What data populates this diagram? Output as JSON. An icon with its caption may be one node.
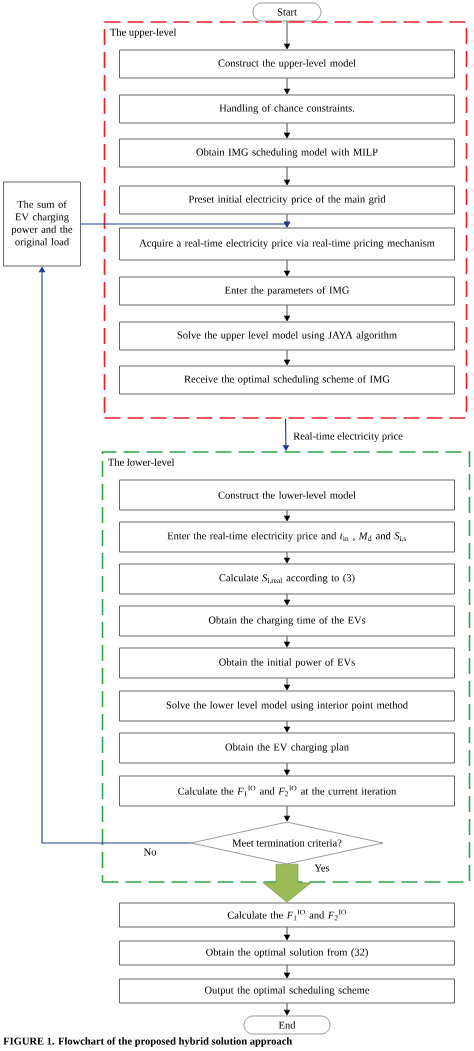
{
  "diagram": {
    "caption": "FIGURE 1. Flowchart of the proposed hybrid solution approach",
    "nodes": [
      {
        "text": [
          "Start"
        ]
      },
      {
        "text": [
          "The upper-level"
        ]
      },
      {
        "text": [
          "Construct the upper-level model"
        ],
        "in": 1
      },
      {
        "text": [
          "Handling of chance constraints."
        ],
        "in": 1
      },
      {
        "text": [
          "Obtain IMG scheduling model with MILP"
        ],
        "in": 1
      },
      {
        "text": [
          "Preset initial electricity price of the main grid"
        ],
        "in": 1
      },
      {
        "text": [
          "Acquire a real-time electricity price via real-time pricing mechanism"
        ],
        "in": 1
      },
      {
        "text": [
          "Enter the parameters of IMG"
        ],
        "in": 1
      },
      {
        "text": [
          "Solve the upper level model using JAYA algorithm"
        ],
        "in": 1
      },
      {
        "text": [
          "Receive the optimal scheduling scheme of IMG"
        ],
        "in": 1
      },
      {
        "text": [
          "The sum of EV charging power and the original load"
        ]
      },
      {
        "text": [
          "The lower-level"
        ]
      },
      {
        "text": [
          "Construct the lower-level model"
        ],
        "in": 11
      },
      {
        "text": [
          "Enter the real-time electricity price and *t*$_{in}$ , *M*$_{d}$ and *S*$_{i,s}$"
        ],
        "in": 11
      },
      {
        "text": [
          "Calculate *S*$_{i,real}$ according to (3)"
        ],
        "in": 11
      },
      {
        "text": [
          "Obtain the charging time of the EVs"
        ],
        "in": 11
      },
      {
        "text": [
          "Obtain the initial power of EVs"
        ],
        "in": 11
      },
      {
        "text": [
          "Solve the lower level model using interior point method"
        ],
        "in": 11
      },
      {
        "text": [
          "Obtain the EV charging plan"
        ],
        "in": 11
      },
      {
        "text": [
          "Calculate the *F*$_{1}$$^{IO}$ and *F*$_{2}$$^{IO}$ at the current iteration"
        ],
        "in": 11
      },
      {
        "text": [
          "Meet termination criteria?"
        ],
        "in": 11
      },
      {
        "text": [
          "Calculate the *F*$_{1}$$^{IO}$ and *F*$_{2}$$^{IO}$"
        ]
      },
      {
        "text": [
          "Obtain the optimal solution from (32)"
        ]
      },
      {
        "text": [
          "Output the optimal scheduling scheme"
        ]
      },
      {
        "text": [
          "End"
        ]
      }
    ],
    "edges": [
      {
        "from": 0,
        "to": 2,
        "arrow": "to"
      },
      {
        "from": 2,
        "to": 3,
        "arrow": "to"
      },
      {
        "from": 3,
        "to": 4,
        "arrow": "to"
      },
      {
        "from": 4,
        "to": 5,
        "arrow": "to"
      },
      {
        "from": 5,
        "to": 6,
        "arrow": "to"
      },
      {
        "from": 6,
        "to": 7,
        "arrow": "to"
      },
      {
        "from": 7,
        "to": 8,
        "arrow": "to"
      },
      {
        "from": 8,
        "to": 9,
        "arrow": "to"
      },
      {
        "from": 1,
        "to": 11,
        "arrow": "to",
        "label": "Real-time electricity price",
        "color": "#1f3c88"
      },
      {
        "from": 12,
        "to": 13,
        "arrow": "to"
      },
      {
        "from": 13,
        "to": 14,
        "arrow": "to"
      },
      {
        "from": 14,
        "to": 15,
        "arrow": "to"
      },
      {
        "from": 15,
        "to": 16,
        "arrow": "to"
      },
      {
        "from": 16,
        "to": 17,
        "arrow": "to"
      },
      {
        "from": 17,
        "to": 18,
        "arrow": "to"
      },
      {
        "from": 18,
        "to": 19,
        "arrow": "to"
      },
      {
        "from": 19,
        "to": 20,
        "arrow": "to"
      },
      {
        "from": 20,
        "to": 10,
        "arrow": "to",
        "label": "No",
        "color": "#1f3c88"
      },
      {
        "from": 10,
        "to": 6,
        "arrow": "to",
        "color": "#1f3c88"
      },
      {
        "from": 20,
        "to": 21,
        "arrow": "to",
        "label": "Yes",
        "style": "thick",
        "color": "#9bbb59"
      },
      {
        "from": 21,
        "to": 22,
        "arrow": "to"
      },
      {
        "from": 22,
        "to": 23,
        "arrow": "to"
      },
      {
        "from": 23,
        "to": 24,
        "arrow": "to"
      }
    ]
  }
}
